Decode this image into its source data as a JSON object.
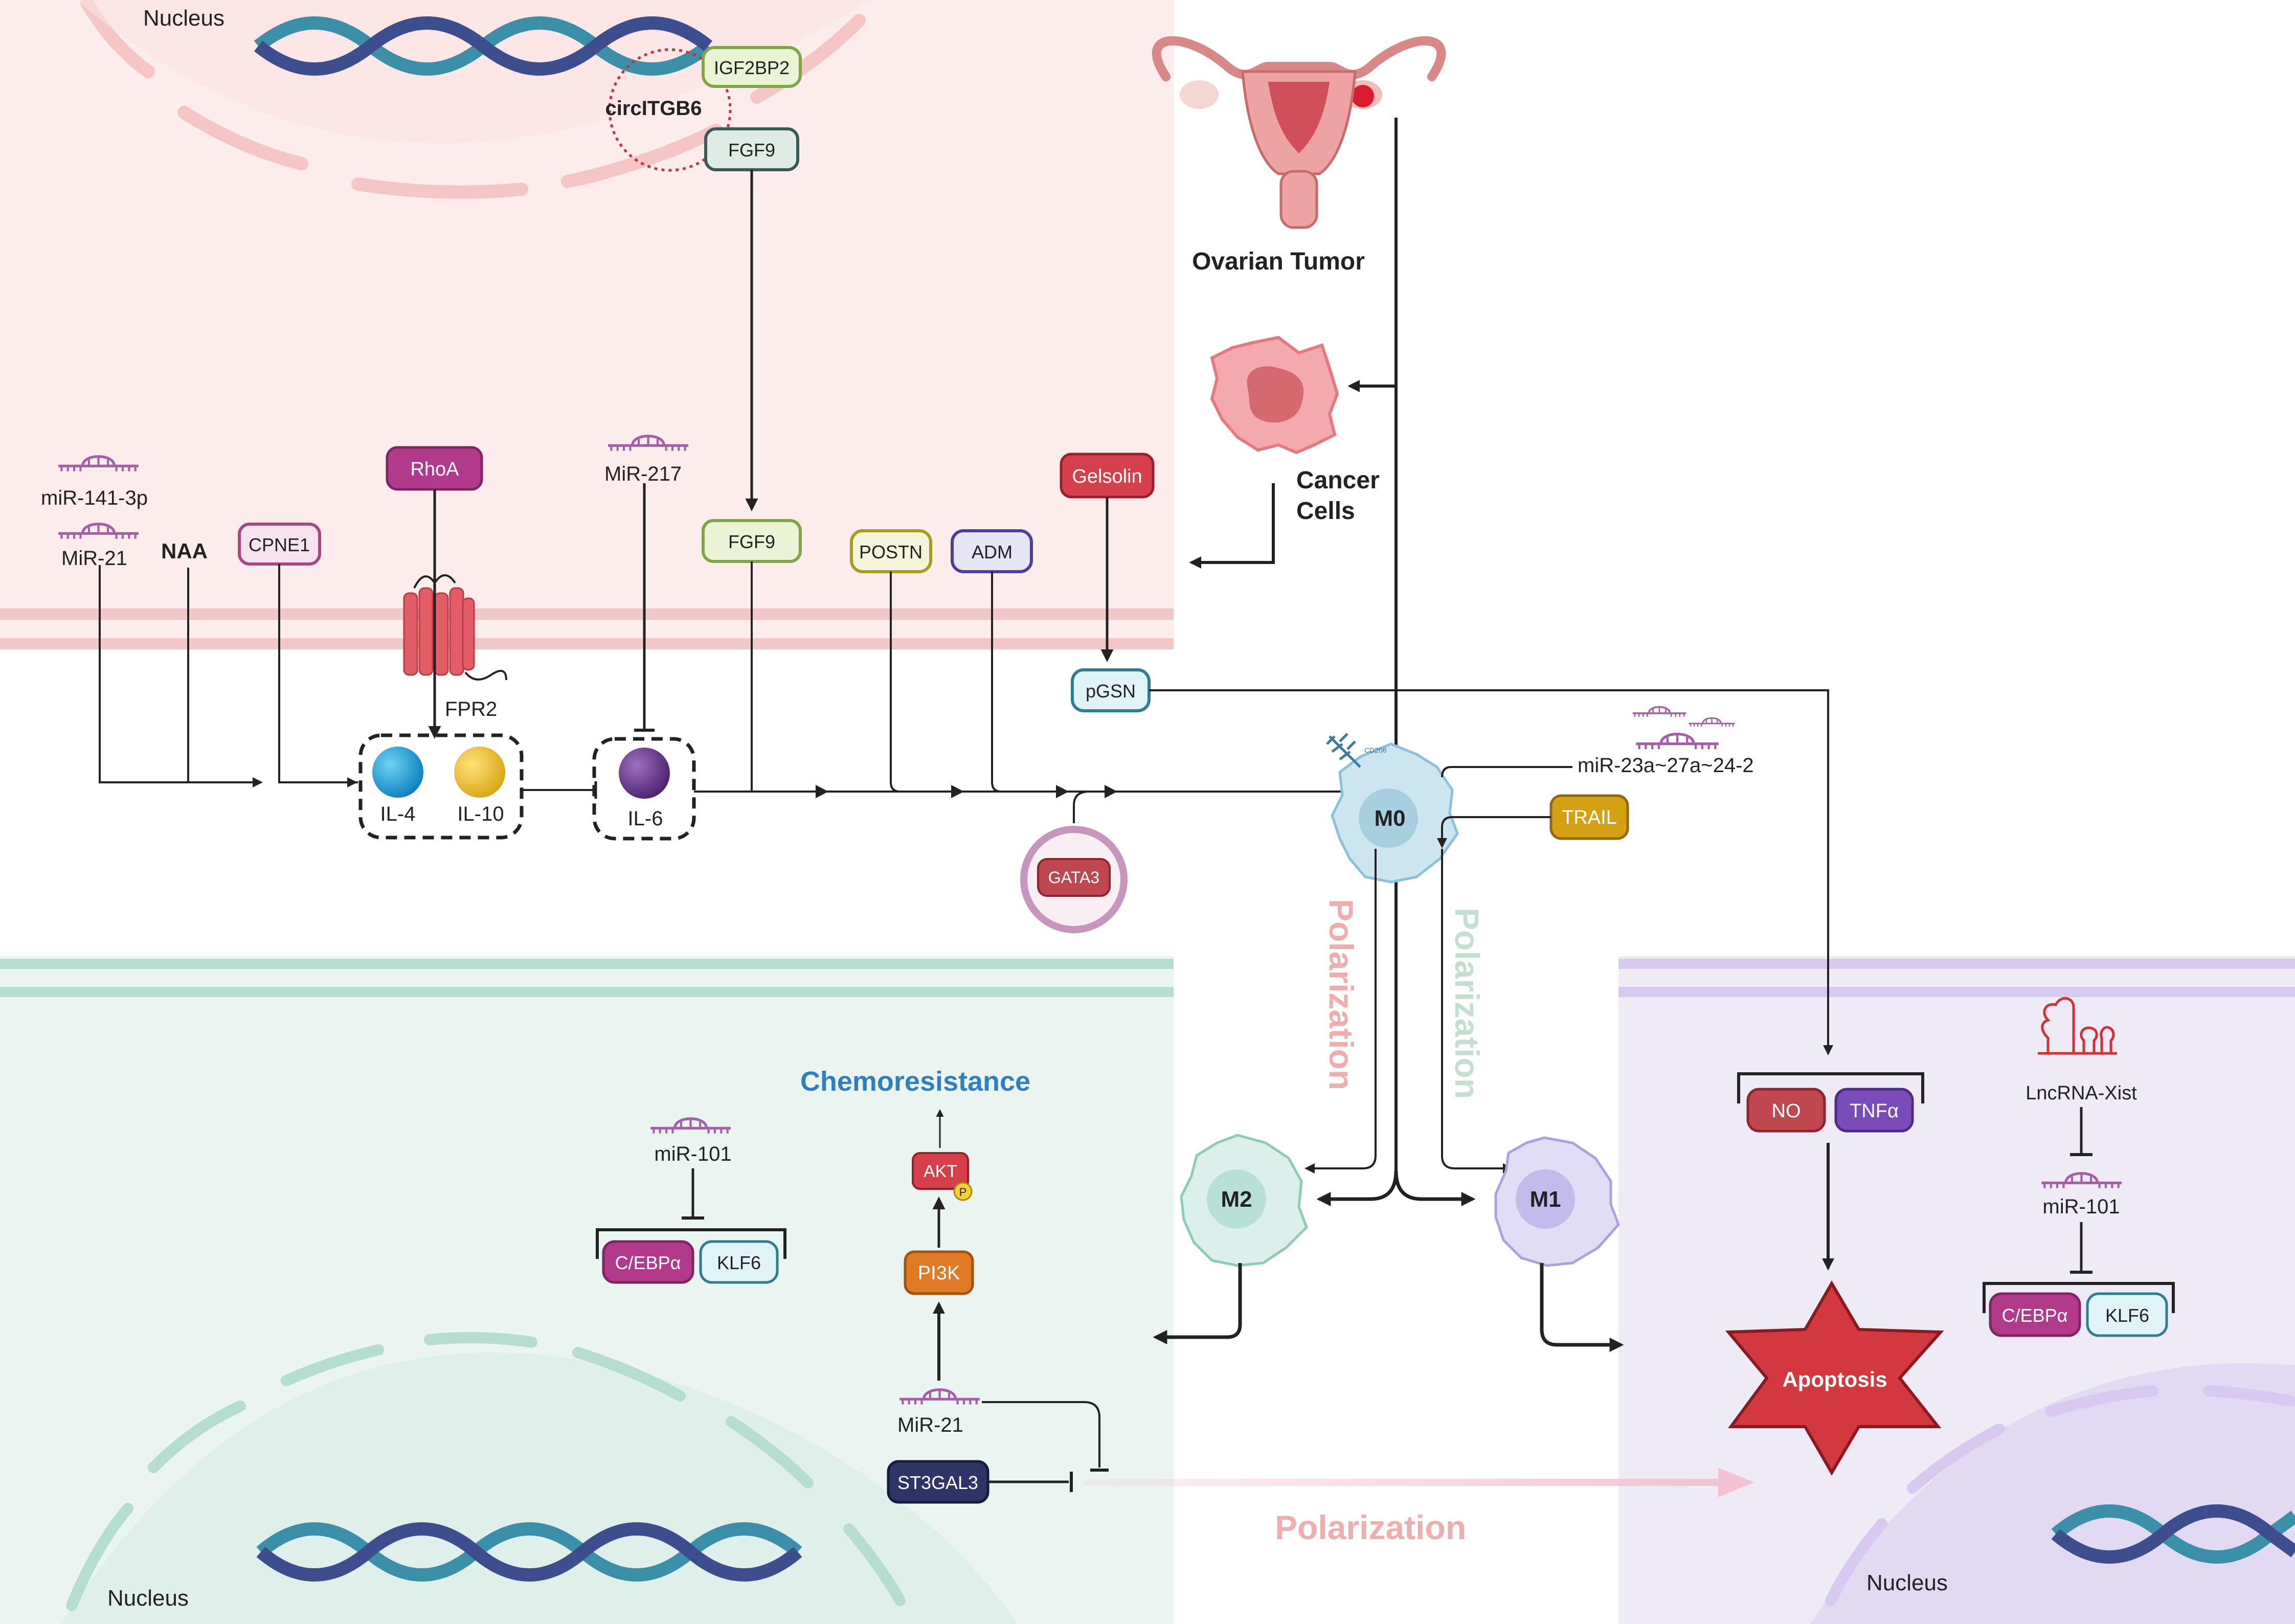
{
  "regions": {
    "nucleus_top": "Nucleus",
    "nucleus_bottom_left": "Nucleus",
    "nucleus_bottom_right": "Nucleus"
  },
  "top": {
    "circ_label": "circITGB6",
    "igf2bp2": "IGF2BP2",
    "fgf9_nuclear": "FGF9",
    "fgf9_membrane": "FGF9",
    "ovarian_tumor": "Ovarian Tumor",
    "cancer_cells_line1": "Cancer",
    "cancer_cells_line2": "Cells"
  },
  "ligands": {
    "mir141": "miR-141-3p",
    "mir21_top": "MiR-21",
    "naa": "NAA",
    "cpne1": "CPNE1",
    "rhoa": "RhoA",
    "fpr2": "FPR2",
    "mir217": "MiR-217",
    "postn": "POSTN",
    "adm": "ADM",
    "gelsolin": "Gelsolin",
    "pgsn": "pGSN",
    "gata3": "GATA3",
    "il4": "IL-4",
    "il10": "IL-10",
    "il6": "IL-6"
  },
  "macrophage": {
    "m0": "M0",
    "m1": "M1",
    "m2": "M2",
    "cd206": "CD206",
    "mir23": "miR-23a~27a~24-2",
    "trail": "TRAIL",
    "polarization_m2": "Polarization",
    "polarization_m1": "Polarization",
    "polarization_bottom": "Polarization"
  },
  "m2_side": {
    "chemoresistance": "Chemoresistance",
    "akt": "AKT",
    "phospho": "P",
    "pi3k": "PI3K",
    "mir21": "MiR-21",
    "st3gal3": "ST3GAL3",
    "mir101": "miR-101",
    "cebpa": "C/EBPα",
    "klf6": "KLF6"
  },
  "m1_side": {
    "no": "NO",
    "tnfa": "TNFα",
    "apoptosis": "Apoptosis",
    "lncrna": "LncRNA-Xist",
    "mir101": "miR-101",
    "cebpa": "C/EBPα",
    "klf6": "KLF6"
  },
  "colors": {
    "pink_region": "#fdecec",
    "green_region": "#eaf5f1",
    "purple_region": "#eeebf6",
    "pink_membrane": "#f2c7c7",
    "green_membrane": "#b5ddd0",
    "purple_membrane": "#d8c9ee",
    "chemoresistance": "#2f7fc1",
    "polarization_pink": "#efadad",
    "polarization_green": "#c3dfcf",
    "apoptosis": "#d2383f",
    "magenta_box": "#b23a8a",
    "mirna": "#a45fa8"
  }
}
